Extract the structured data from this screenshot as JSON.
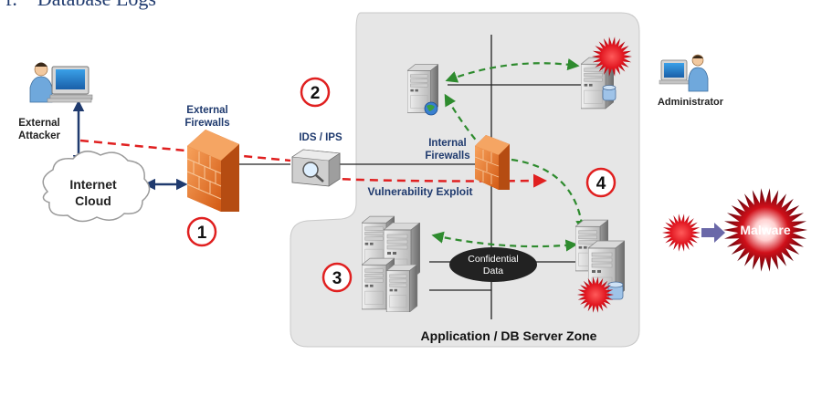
{
  "heading": {
    "number": "f.",
    "title": "Database Logs"
  },
  "labels": {
    "external_attacker": [
      "External",
      "Attacker"
    ],
    "internet_cloud": [
      "Internet",
      "Cloud"
    ],
    "external_firewalls": [
      "External",
      "Firewalls"
    ],
    "ids_ips": "IDS / IPS",
    "internal_firewalls": [
      "Internal",
      "Firewalls"
    ],
    "vulnerability_exploit": "Vulnerability  Exploit",
    "administrator": "Administrator",
    "confidential_data": [
      "Confidential",
      "Data"
    ],
    "zone": "Application  /  DB Server Zone",
    "malware": "Malware"
  },
  "steps": [
    "1",
    "2",
    "3",
    "4"
  ],
  "colors": {
    "zone_fill": "#e6e6e6",
    "zone_stroke": "#c8c8c8",
    "attack_path": "#e02020",
    "admin_path": "#2e8b2e",
    "link": "#1f3a6e",
    "text_blue": "#1f3a6e",
    "step_ring": "#e02020",
    "firewall": "#e8742a",
    "burst": "#e0141e"
  }
}
